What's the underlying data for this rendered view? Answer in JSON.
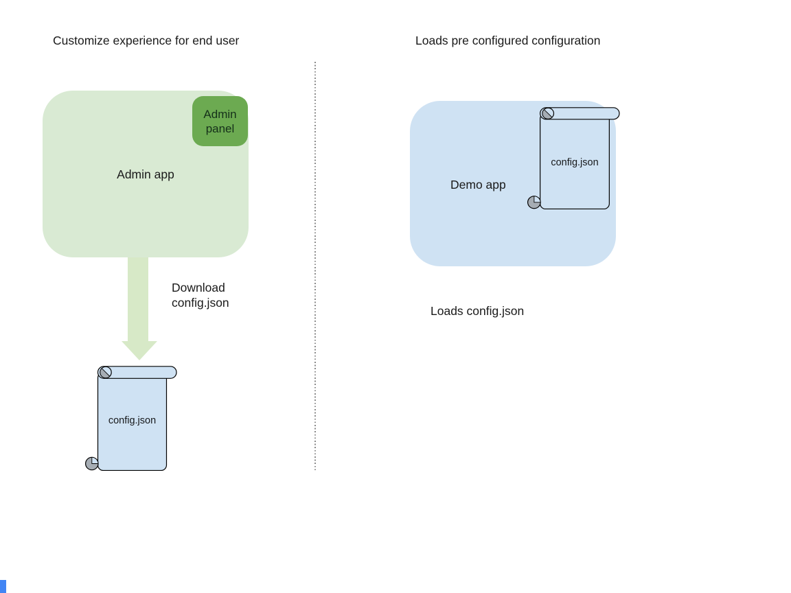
{
  "colors": {
    "light_green": "#d9ead3",
    "arrow_green": "#d7e9c7",
    "panel_green": "#6caa51",
    "light_blue": "#cfe2f3",
    "scroll_curl_gray": "#a6adb4",
    "outline_black": "#000000",
    "divider_gray": "#8a8a8a",
    "marker_blue": "#4285f4"
  },
  "left": {
    "title": "Customize experience for end user",
    "app_label": "Admin app",
    "panel_label": "Admin panel",
    "arrow_label": "Download\nconfig.json",
    "file_label": "config.json"
  },
  "right": {
    "title": "Loads pre configured configuration",
    "app_label": "Demo app",
    "file_label": "config.json",
    "caption": "Loads config.json"
  }
}
